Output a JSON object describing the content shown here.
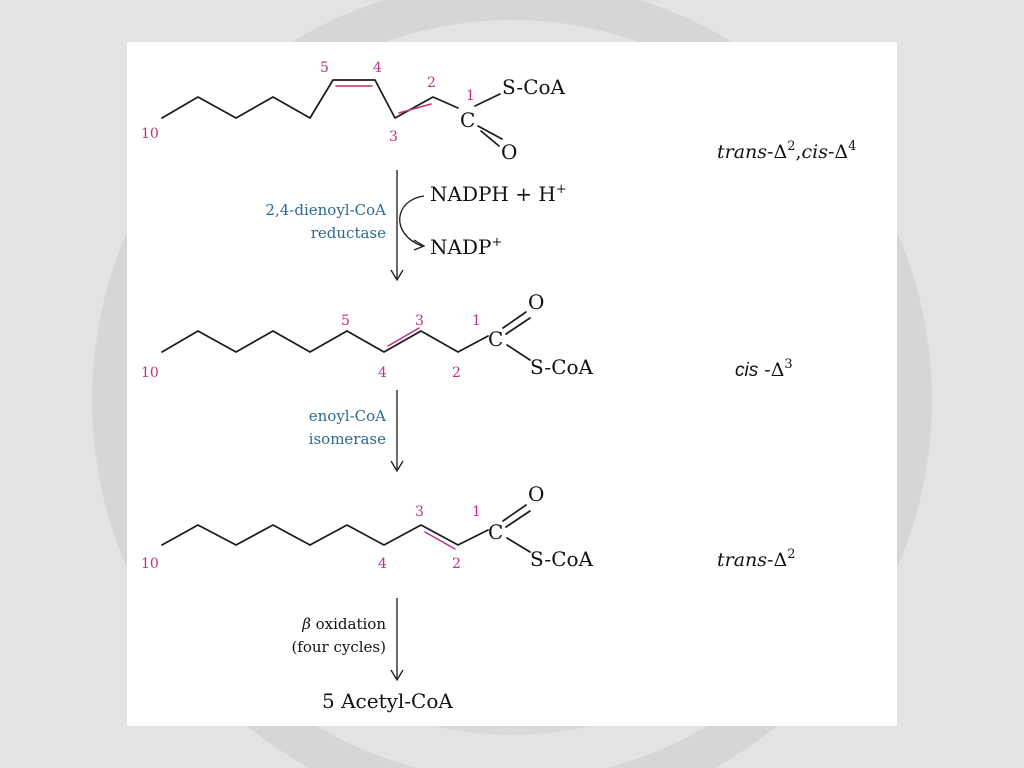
{
  "structures": [
    {
      "id": "trans2-cis4",
      "atoms": {
        "c1": "C",
        "o": "O",
        "s": "S-CoA"
      },
      "numbers": {
        "n10": "10",
        "n5": "5",
        "n4": "4",
        "n3": "3",
        "n2": "2",
        "n1": "1"
      },
      "label": {
        "prefix1": "trans",
        "sep1": "-Δ",
        "sup1": "2",
        "comma": ",",
        "prefix2": "cis",
        "sep2": "-Δ",
        "sup2": "4"
      }
    },
    {
      "id": "cis3",
      "atoms": {
        "c1": "C",
        "o": "O",
        "s": "S-CoA"
      },
      "numbers": {
        "n10": "10",
        "n5": "5",
        "n4": "4",
        "n3": "3",
        "n2": "2",
        "n1": "1"
      },
      "label": {
        "prefix1": "cis",
        "sep1": " -Δ",
        "sup1": "3"
      }
    },
    {
      "id": "trans2",
      "atoms": {
        "c1": "C",
        "o": "O",
        "s": "S-CoA"
      },
      "numbers": {
        "n10": "10",
        "n4": "4",
        "n3": "3",
        "n2": "2",
        "n1": "1"
      },
      "label": {
        "prefix1": "trans",
        "sep1": "-Δ",
        "sup1": "2"
      }
    }
  ],
  "steps": [
    {
      "enzyme_line1": "2,4-dienoyl-CoA",
      "enzyme_line2": "reductase",
      "cofactor_in": "NADPH + H",
      "cofactor_in_sup": "+",
      "cofactor_out": "NADP",
      "cofactor_out_sup": "+"
    },
    {
      "enzyme_line1": "enoyl-CoA",
      "enzyme_line2": "isomerase"
    },
    {
      "line1_greek": "β",
      "line1_rest": " oxidation",
      "line2": "(four cycles)"
    }
  ],
  "product": "5 Acetyl-CoA",
  "colors": {
    "numbering": "#c0307f",
    "enzyme": "#2b6a8f",
    "background": "#e3e3e3",
    "panel": "#ffffff"
  }
}
